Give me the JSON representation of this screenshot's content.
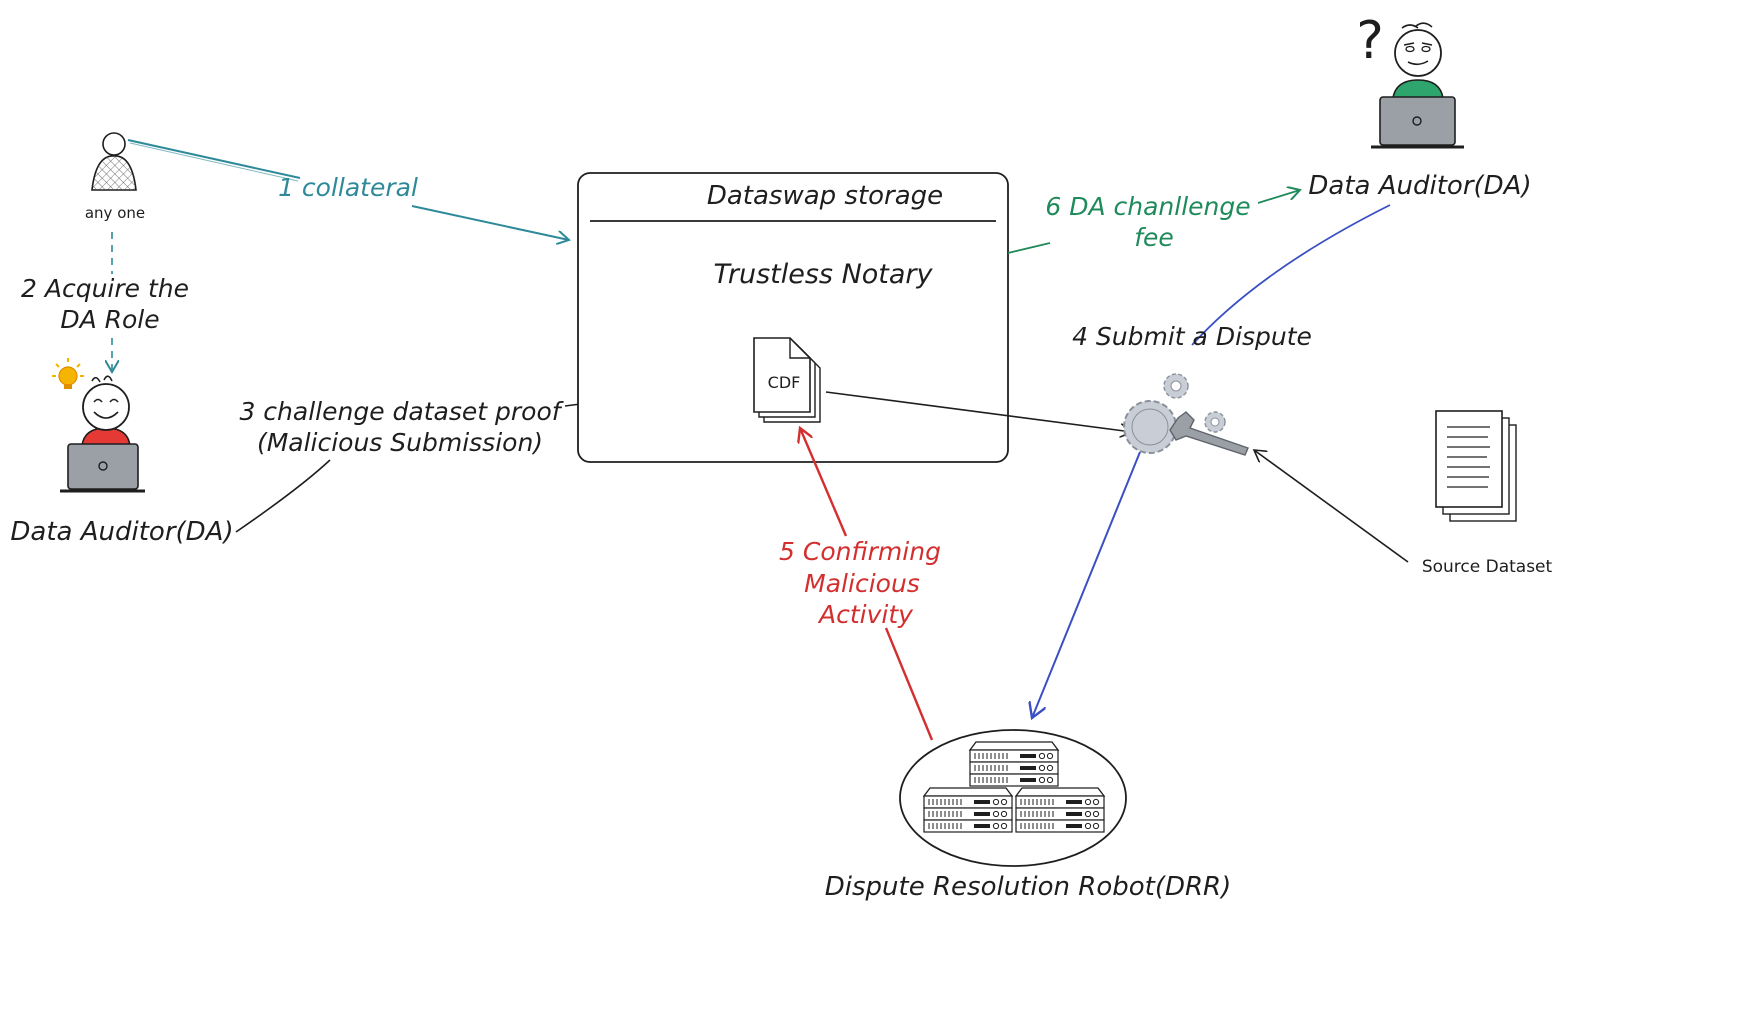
{
  "colors": {
    "teal": "#2e8a99",
    "green": "#1f8a5a",
    "red": "#d32f2f",
    "blue": "#3b4fc4",
    "ink": "#1e1e1e",
    "person_green": "#2ea56d",
    "person_red": "#e53935",
    "gear_gray": "#c9ced6",
    "bulb_yellow": "#f5b400"
  },
  "labels": {
    "any_one": "any one",
    "collateral": "1 collateral",
    "acquire_line1": "2 Acquire the",
    "acquire_line2": "DA Role",
    "auditor_left": "Data Auditor(DA)",
    "challenge_line1": "3 challenge dataset proof",
    "challenge_line2": "(Malicious Submission)",
    "storage_title": "Dataswap storage",
    "notary": "Trustless Notary",
    "cdf": "CDF",
    "fee_line1": "6 DA chanllenge",
    "fee_line2": "fee",
    "auditor_right": "Data Auditor(DA)",
    "question_mark": "?",
    "dispute": "4 Submit a Dispute",
    "source_dataset": "Source Dataset",
    "confirm_line1": "5 Confirming",
    "confirm_line2": "Malicious",
    "confirm_line3": "Activity",
    "drr": "Dispute Resolution Robot(DRR)"
  },
  "icons": {
    "anyone": "person-outline-icon",
    "auditor_left": "happy-person-laptop-icon",
    "auditor_right": "confused-person-laptop-icon",
    "bulb": "lightbulb-icon",
    "cdf": "document-stack-icon",
    "gears": "gears-wrench-icon",
    "source": "document-stack-icon",
    "servers": "server-rack-icon"
  }
}
